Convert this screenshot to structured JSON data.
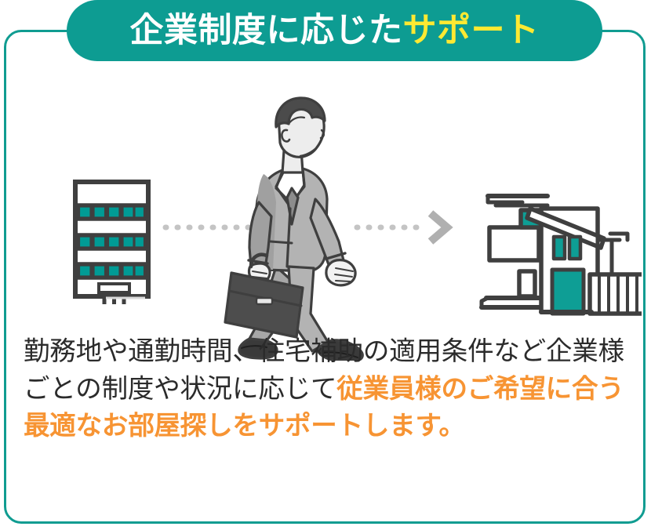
{
  "header": {
    "title_plain": "企業制度に応じたサポート",
    "title_white": "企業制度に応じた",
    "title_yellow": "サポート",
    "pill_color": "#0D9C92",
    "yellow_color": "#FFE932"
  },
  "card": {
    "border_color": "#109C91"
  },
  "illustration": {
    "alt": "オフィスビルから住宅へ歩くビジネスマンのイラスト",
    "office_building_name": "office-building",
    "person_name": "walking-businessman",
    "house_name": "residential-house",
    "arrow_name": "dotted-arrow-right",
    "accent_teal": "#0D9C92",
    "line_dark": "#3F3F3F",
    "suit_gray": "#A7A7A7",
    "briefcase_dark": "#4D4D4D",
    "dot_gray": "#C4C4C4"
  },
  "body": {
    "line1_dark": "勤務地や通勤時間、住宅補助の適用条件など企業様ご",
    "line2_dark": "との制度や状況に応じて",
    "line2_orange": "従業員様のご希望に合う最適",
    "line3_orange": "なお部屋探しをサポートします。",
    "orange_color": "#F79433",
    "text_color": "#2B2B2B"
  }
}
